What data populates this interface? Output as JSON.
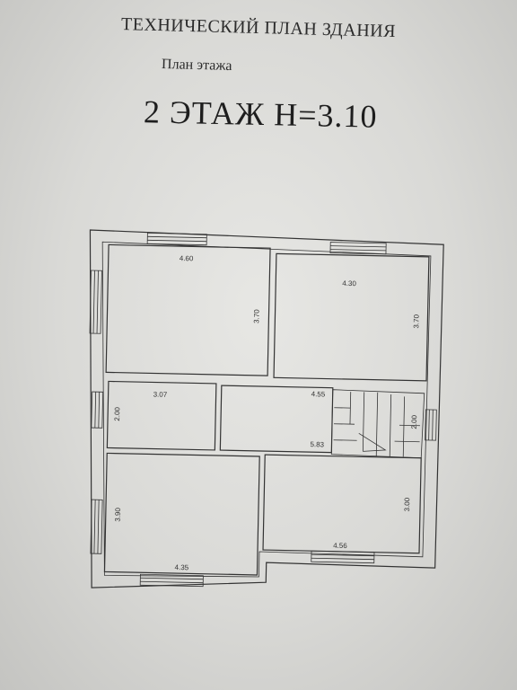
{
  "header": {
    "title": "ТЕХНИЧЕСКИЙ ПЛАН ЗДАНИЯ",
    "subtitle": "План этажа",
    "floor": "2 ЭТАЖ  Н=3.10"
  },
  "plan": {
    "dimensions": {
      "room1_width": "4.60",
      "room1_height": "3.70",
      "room2_width": "4.30",
      "room2_height": "3.70",
      "room3_width": "3.07",
      "room3_height": "2.00",
      "hall_top": "4.55",
      "hall_bottom": "5.83",
      "stair_height": "2.00",
      "room5_height": "3.90",
      "room5_width": "4.35",
      "room6_height": "3.00",
      "room6_width": "4.56"
    }
  }
}
